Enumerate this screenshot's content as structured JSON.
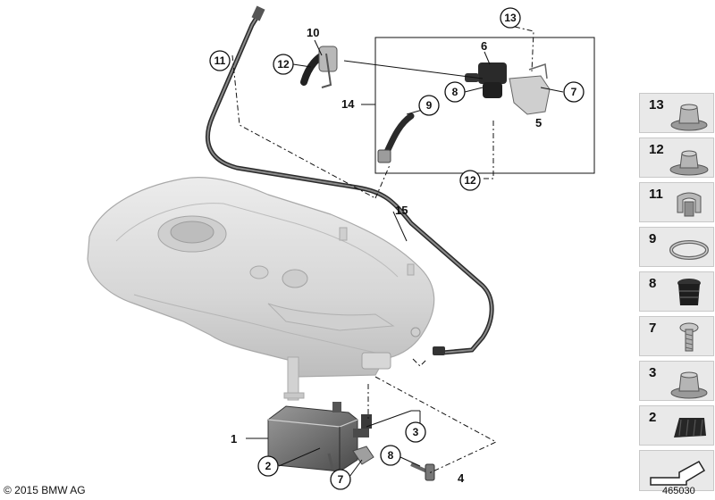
{
  "callouts": {
    "c1": "1",
    "c2": "2",
    "c3": "3",
    "c4": "4",
    "c5": "5",
    "c6": "6",
    "c7a": "7",
    "c7b": "7",
    "c8a": "8",
    "c8b": "8",
    "c9": "9",
    "c10": "10",
    "c11": "11",
    "c12a": "12",
    "c12b": "12",
    "c13": "13",
    "c14": "14",
    "c15": "15"
  },
  "legend": [
    {
      "number": "13",
      "icon": "nut-icon"
    },
    {
      "number": "12",
      "icon": "nut-icon"
    },
    {
      "number": "11",
      "icon": "clip-icon"
    },
    {
      "number": "9",
      "icon": "hose-clamp-icon"
    },
    {
      "number": "8",
      "icon": "grommet-icon"
    },
    {
      "number": "7",
      "icon": "screw-icon"
    },
    {
      "number": "3",
      "icon": "nut-icon"
    },
    {
      "number": "2",
      "icon": "rubber-buffer-icon"
    },
    {
      "number": "",
      "icon": "arrow-icon"
    }
  ],
  "footer": {
    "copyright": "© 2015 BMW AG",
    "diagram_number": "465030"
  }
}
